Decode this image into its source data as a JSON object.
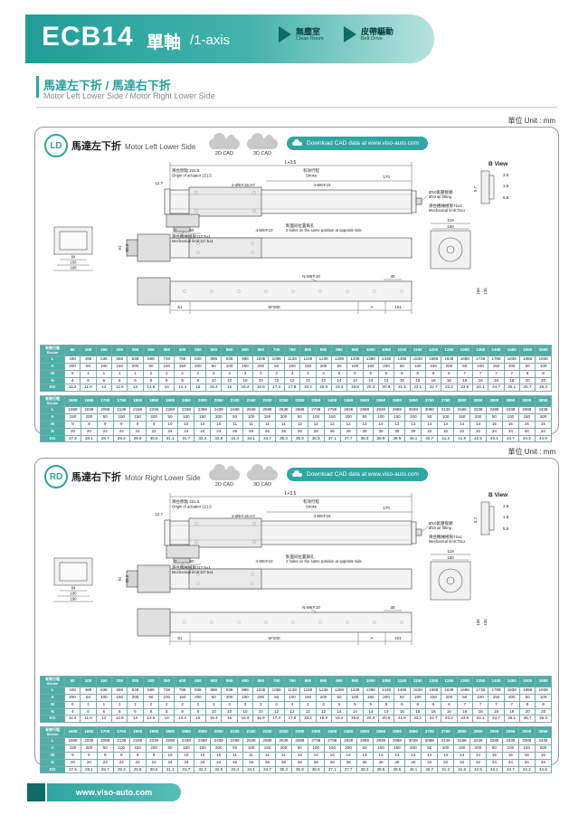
{
  "header": {
    "model": "ECB14",
    "title_zh": "單軸",
    "title_en": "/1-axis",
    "f1_zh": "無塵室",
    "f1_en": "Clean Room",
    "f2_zh": "皮帶驅動",
    "f2_en": "Belt Drive"
  },
  "section": {
    "title_zh": "馬達左下折 / 馬達右下折",
    "title_en": "Motor Left Lower Side / Motor Right Lower Side"
  },
  "page": {
    "footer_url": "www.viso-auto.com"
  },
  "panels": [
    {
      "badge": "LD",
      "title_zh": "馬達左下折",
      "title_en": "Motor Left Lower Side",
      "cad2d": "2D CAD",
      "cad3d": "3D CAD",
      "download": "Download CAD data at www.viso-auto.com",
      "unit": "單位 Unit : mm"
    },
    {
      "badge": "RD",
      "title_zh": "馬達右下折",
      "title_en": "Motor Right Lower Side",
      "cad2d": "2D CAD",
      "cad3d": "3D CAD",
      "download": "Download CAD data at www.viso-auto.com",
      "unit": "單位 Unit : mm"
    }
  ],
  "drawing": {
    "l35": "L+3.5",
    "origin_zh": "滑台原點 221.5",
    "origin_en": "Origin of actuator 221.5",
    "stroke_zh": "有效行程",
    "stroke_en": "Stroke",
    "d170": "170",
    "holes_top1": "2-Ø6∓15 H7",
    "holes_top2": "4-M6∓15",
    "d127": "12.7",
    "bview": "B View",
    "d35": "3.5",
    "d18": "1.8",
    "d55": "5.5",
    "d57": "5.7",
    "air_zh": "Ø10氣壓接頭",
    "air_en": "Ø10 air fitting",
    "mech1_zh": "滑台機械極限117.5±1",
    "mech1_en": "Mechanical limit:117.5±1",
    "mech2_zh": "滑台機械極限72±1",
    "mech2_en": "Mechanical limit:72±1",
    "d84": "84",
    "d100": "100",
    "d190": "190",
    "d7": "7",
    "d50": "50",
    "holes_mid": "4-M5∓10",
    "note_zh": "對面同位置兩孔",
    "note_en": "2 holes on the same position at opposite side",
    "d655": "65.5",
    "d91": "91",
    "d119": "119",
    "d100b": "100",
    "nm6": "N-M6∓10",
    "d35b": "35",
    "d106": "106",
    "d135": "135",
    "d61": "61",
    "m200": "M*200",
    "dA": "A",
    "d101": "101"
  },
  "tables": {
    "stroke_zh": "有效行程",
    "stroke_en": "Stroke",
    "blocks": [
      {
        "strokes": [
          50,
          100,
          150,
          200,
          250,
          300,
          350,
          400,
          450,
          500,
          550,
          600,
          650,
          700,
          750,
          800,
          850,
          900,
          950,
          1000,
          1050,
          1100,
          1150,
          1200,
          1250,
          1300,
          1350,
          1400,
          1450,
          1500,
          1550
        ],
        "rows": [
          {
            "label": "L",
            "values": [
              438,
              488,
              538,
              588,
              638,
              688,
              738,
              788,
              838,
              888,
              938,
              988,
              1038,
              1088,
              1138,
              1188,
              1238,
              1288,
              1338,
              1388,
              1438,
              1488,
              1538,
              1588,
              1638,
              1688,
              1738,
              1788,
              1838,
              1888,
              1938
            ]
          },
          {
            "label": "A",
            "values": [
              200,
              50,
              100,
              150,
              200,
              50,
              100,
              150,
              200,
              50,
              100,
              150,
              200,
              50,
              100,
              150,
              200,
              50,
              100,
              150,
              200,
              50,
              100,
              150,
              200,
              50,
              100,
              150,
              200,
              50,
              100
            ]
          },
          {
            "label": "M",
            "values": [
              0,
              1,
              1,
              1,
              1,
              2,
              2,
              2,
              2,
              3,
              3,
              3,
              3,
              4,
              4,
              4,
              4,
              5,
              5,
              5,
              5,
              6,
              6,
              6,
              6,
              7,
              7,
              7,
              7,
              8,
              8
            ]
          },
          {
            "label": "N",
            "values": [
              4,
              6,
              6,
              6,
              6,
              8,
              8,
              8,
              8,
              10,
              10,
              10,
              10,
              12,
              12,
              12,
              12,
              14,
              14,
              14,
              14,
              16,
              16,
              16,
              16,
              18,
              18,
              18,
              18,
              20,
              20
            ]
          },
          {
            "label": "KG",
            "values": [
              11.2,
              11.6,
              12,
              12.5,
              13,
              13.5,
              14,
              14.4,
              15,
              15.4,
              16,
              16.4,
              16.9,
              17.4,
              17.8,
              18.4,
              18.9,
              19.4,
              19.8,
              20.3,
              20.8,
              21.5,
              22.1,
              22.7,
              23.2,
              23.5,
              24.1,
              24.7,
              25.1,
              25.7,
              26.3
            ]
          }
        ]
      },
      {
        "strokes": [
          1600,
          1650,
          1700,
          1750,
          1800,
          1850,
          1900,
          1950,
          2000,
          2050,
          2100,
          2150,
          2200,
          2250,
          2300,
          2350,
          2400,
          2450,
          2500,
          2550,
          2600,
          2650,
          2700,
          2750,
          2800,
          2850,
          2900,
          2950,
          3000,
          3050
        ],
        "rows": [
          {
            "label": "L",
            "values": [
              1988,
              2038,
              2088,
              2138,
              2188,
              2238,
              2288,
              2338,
              2388,
              2438,
              2488,
              2538,
              2588,
              2638,
              2688,
              2738,
              2788,
              2838,
              2888,
              2938,
              2988,
              3038,
              3088,
              3138,
              3188,
              3238,
              3288,
              3338,
              3388,
              3438
            ]
          },
          {
            "label": "A",
            "values": [
              150,
              200,
              50,
              100,
              150,
              200,
              50,
              100,
              150,
              200,
              50,
              100,
              150,
              200,
              50,
              100,
              150,
              200,
              50,
              100,
              150,
              200,
              50,
              100,
              150,
              200,
              50,
              100,
              150,
              200
            ]
          },
          {
            "label": "M",
            "values": [
              8,
              8,
              9,
              9,
              9,
              9,
              10,
              10,
              10,
              10,
              11,
              11,
              11,
              11,
              12,
              12,
              12,
              12,
              13,
              13,
              13,
              13,
              14,
              14,
              14,
              14,
              15,
              15,
              15,
              15
            ]
          },
          {
            "label": "N",
            "values": [
              20,
              20,
              22,
              22,
              22,
              22,
              24,
              24,
              24,
              24,
              26,
              26,
              26,
              26,
              28,
              28,
              28,
              28,
              30,
              30,
              30,
              30,
              32,
              32,
              32,
              32,
              34,
              34,
              34,
              34
            ]
          },
          {
            "label": "KG",
            "values": [
              27.5,
              28.1,
              28.7,
              29.3,
              29.9,
              30.5,
              31.1,
              31.7,
              32.3,
              32.8,
              33.4,
              34.1,
              34.7,
              35.3,
              35.9,
              36.5,
              37.1,
              37.7,
              38.3,
              38.9,
              39.5,
              40.1,
              40.7,
              41.3,
              41.9,
              42.5,
              43.1,
              43.7,
              44.3,
              44.9
            ]
          }
        ]
      }
    ]
  }
}
